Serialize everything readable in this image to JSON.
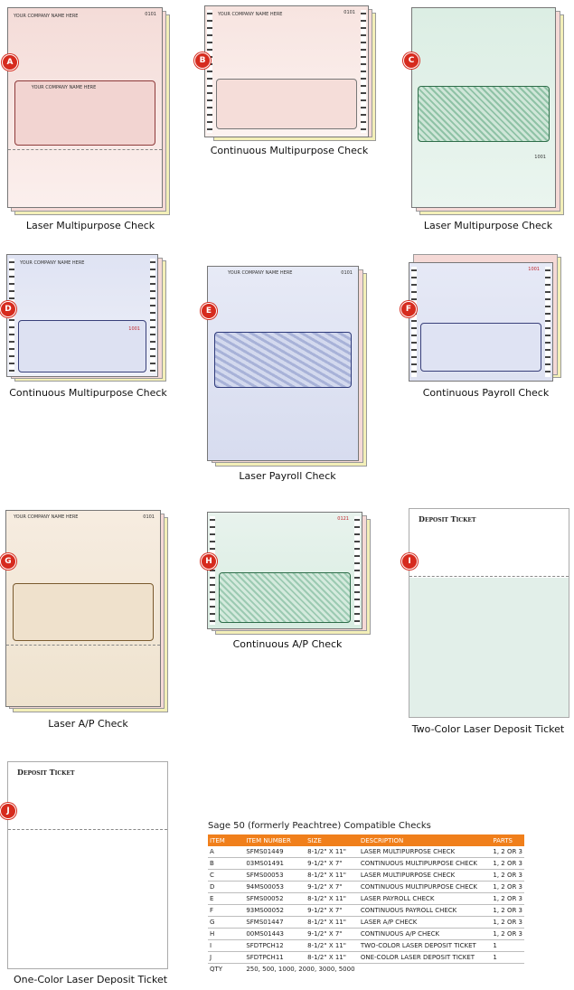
{
  "products": [
    {
      "badge": "A",
      "caption": "Laser Multipurpose Check",
      "number": "0101",
      "tint": "#f5dcd8"
    },
    {
      "badge": "B",
      "caption": "Continuous Multipurpose Check",
      "number": "0101",
      "tint": "#f7e4e0"
    },
    {
      "badge": "C",
      "caption": "Laser Multipurpose Check",
      "number": "1001",
      "tint": "#d9ece2"
    },
    {
      "badge": "D",
      "caption": "Continuous Multipurpose Check",
      "number": "1001",
      "tint": "#dfe3f2"
    },
    {
      "badge": "E",
      "caption": "Laser Payroll Check",
      "number": "0101",
      "tint": "#d7dcef"
    },
    {
      "badge": "F",
      "caption": "Continuous Payroll Check",
      "number": "1001",
      "tint": "#dde1f1"
    },
    {
      "badge": "G",
      "caption": "Laser A/P Check",
      "number": "0101",
      "tint": "#efe3cf"
    },
    {
      "badge": "H",
      "caption": "Continuous A/P Check",
      "number": "0121",
      "tint": "#d8ece1"
    },
    {
      "badge": "I",
      "caption": "Two-Color Laser Deposit Ticket",
      "number": "",
      "tint": "#e2efe9"
    },
    {
      "badge": "J",
      "caption": "One-Color Laser Deposit Ticket",
      "number": "",
      "tint": "#ffffff"
    }
  ],
  "form_text": {
    "company": "YOUR COMPANY NAME HERE",
    "deposit_title": "Deposit Ticket"
  },
  "table": {
    "title": "Sage 50 (formerly Peachtree) Compatible Checks",
    "headers": [
      "ITEM",
      "ITEM NUMBER",
      "SIZE",
      "DESCRIPTION",
      "PARTS"
    ],
    "rows": [
      [
        "A",
        "SFMS01449",
        "8-1/2\" X 11\"",
        "LASER MULTIPURPOSE CHECK",
        "1, 2 OR 3"
      ],
      [
        "B",
        "03MS01491",
        "9-1/2\" X 7\"",
        "CONTINUOUS MULTIPURPOSE CHECK",
        "1, 2 OR 3"
      ],
      [
        "C",
        "SFMS00053",
        "8-1/2\" X 11\"",
        "LASER MULTIPURPOSE CHECK",
        "1, 2 OR 3"
      ],
      [
        "D",
        "94MS00053",
        "9-1/2\" X 7\"",
        "CONTINUOUS MULTIPURPOSE CHECK",
        "1, 2 OR 3"
      ],
      [
        "E",
        "SFMS00052",
        "8-1/2\" X 11\"",
        "LASER PAYROLL CHECK",
        "1, 2 OR 3"
      ],
      [
        "F",
        "93MS00052",
        "9-1/2\" X 7\"",
        "CONTINUOUS PAYROLL CHECK",
        "1, 2 OR 3"
      ],
      [
        "G",
        "SFMS01447",
        "8-1/2\" X 11\"",
        "LASER A/P CHECK",
        "1, 2 OR 3"
      ],
      [
        "H",
        "00MS01443",
        "9-1/2\" X 7\"",
        "CONTINUOUS A/P CHECK",
        "1, 2 OR 3"
      ],
      [
        "I",
        "SFDTPCH12",
        "8-1/2\" X 11\"",
        "TWO-COLOR LASER DEPOSIT TICKET",
        "1"
      ],
      [
        "J",
        "SFDTPCH11",
        "8-1/2\" X 11\"",
        "ONE-COLOR LASER DEPOSIT TICKET",
        "1"
      ]
    ],
    "qty_label": "QTY",
    "qty_value": "250, 500, 1000, 2000, 3000, 5000"
  }
}
